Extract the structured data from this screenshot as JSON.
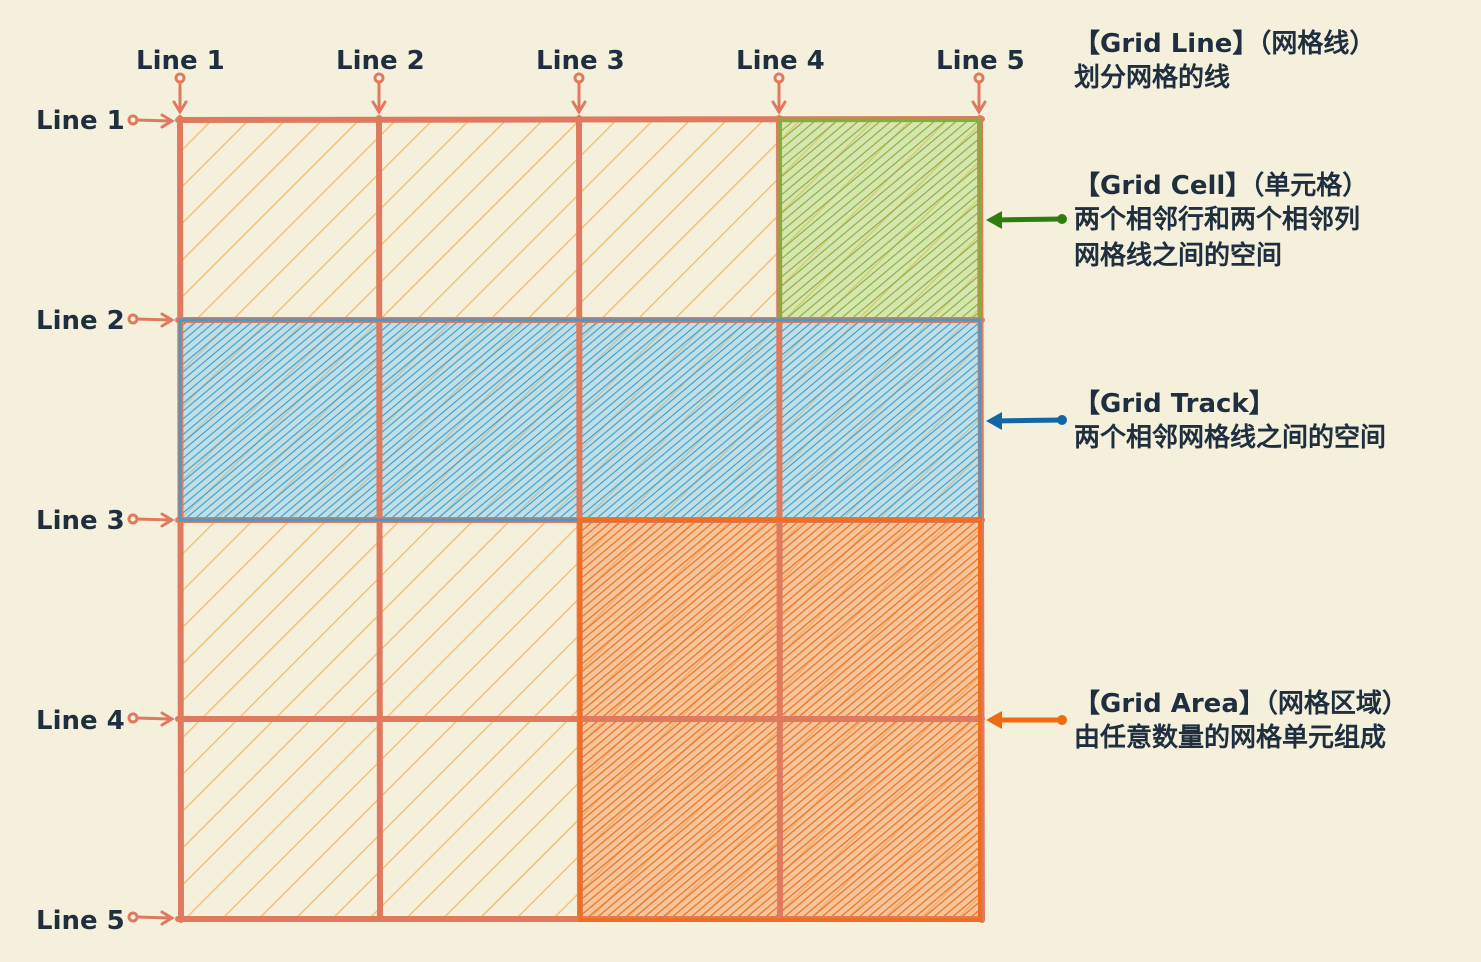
{
  "column_lines": [
    "Line 1",
    "Line 2",
    "Line 3",
    "Line 4",
    "Line 5"
  ],
  "row_lines": [
    "Line 1",
    "Line 2",
    "Line 3",
    "Line 4",
    "Line 5"
  ],
  "notes": {
    "grid_line": {
      "title": "【Grid Line】（网格线）",
      "desc": [
        "划分网格的线"
      ]
    },
    "grid_cell": {
      "title": "【Grid Cell】（单元格）",
      "desc": [
        "两个相邻行和两个相邻列",
        "网格线之间的空间"
      ],
      "color": "#2f7d0f",
      "fill": "#8ab83f"
    },
    "grid_track": {
      "title": "【Grid Track】",
      "desc": [
        "两个相邻网格线之间的空间"
      ],
      "color": "#1266a8",
      "fill": "#3ea6dc"
    },
    "grid_area": {
      "title": "【Grid Area】（网格区域）",
      "desc": [
        "由任意数量的网格单元组成"
      ],
      "color": "#f06a12",
      "fill": "#f0782a"
    }
  },
  "colors": {
    "background": "#f5f0dc",
    "grid_line": "#e07a5f",
    "base_hatch": "#f0c27a",
    "text": "#1f2f3f"
  }
}
